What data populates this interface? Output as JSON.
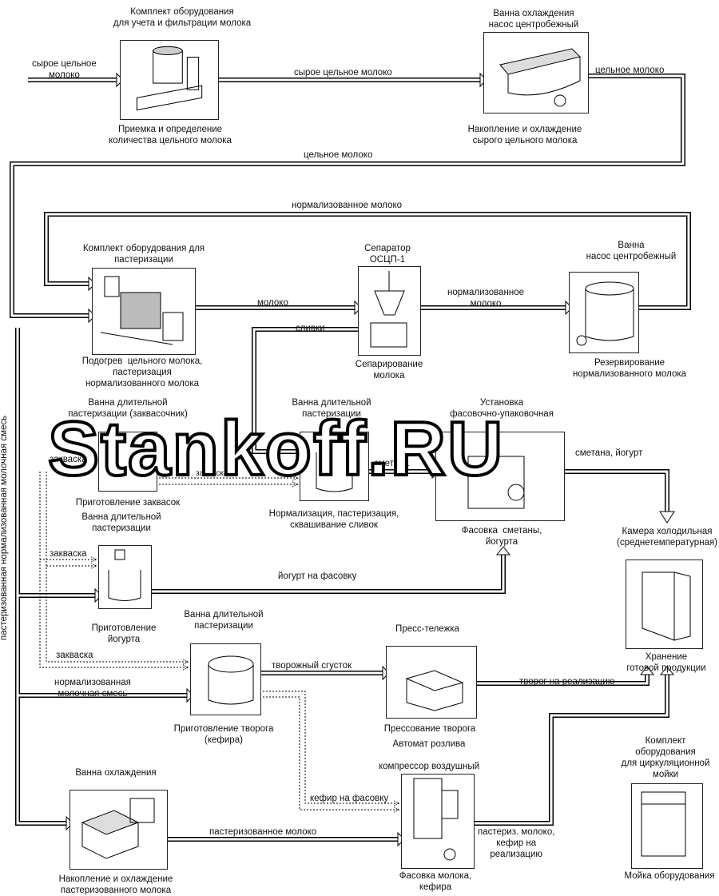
{
  "watermark": "Stankoff.RU",
  "side_label": "пастеризованная нормализованная  молочная  смесь",
  "stations": [
    {
      "title": "Комплект оборудования\nдля учета и фильтрации молока",
      "caption": "Приемка и определение\nколичества цельного молока"
    },
    {
      "title": "Ванна охлаждения\nнасос центробежный",
      "caption": "Накопление и охлаждение\nсырого цельного молока"
    },
    {
      "title": "Комплект оборудования для\nпастеризации",
      "caption": "Подогрев  цельного молока,\nпастеризация\nнормализованного молока"
    },
    {
      "title": "Сепаратор\nОСЦП-1",
      "caption": "Сепарирование\nмолока"
    },
    {
      "title": "Ванна\nнасос центробежный",
      "caption": "Резервирование\nнормализованного молока"
    },
    {
      "title": "Ванна длительной\nпастеризации (заквасочник)",
      "caption": "Приготовление заквасок"
    },
    {
      "title": "Ванна длительной\nпастеризации",
      "caption": "Нормализация, пастеризация,\nсквашивание сливок"
    },
    {
      "title": "Установка\nфасовочно-упаковочная",
      "caption": "Фасовка  сметаны,\nйогурта"
    },
    {
      "title": "",
      "caption": "Камера холодильная\n(среднетемпературная)"
    },
    {
      "title": "Ванна длительной\nпастеризации",
      "caption": "Приготовление\nйогурта"
    },
    {
      "title": "",
      "caption": "Хранение\nготовой продукции"
    },
    {
      "title": "Ванна длительной\nпастеризации",
      "caption": "Приготовление творога\n(кефира)"
    },
    {
      "title": "Пресс-тележка",
      "caption": "Прессование  творога"
    },
    {
      "title": "Ванна охлаждения",
      "caption": "Накопление и охлаждение\nпастеризованного молока"
    },
    {
      "title": "Автомат розлива\n\nкомпрессор воздушный",
      "caption": "Фасовка молока,\nкефира"
    },
    {
      "title": "Комплект\nоборудования\nдля циркуляционной\nмойки",
      "caption": "Мойка оборудования"
    }
  ],
  "flows": {
    "raw_in": "сырое цельное\nмолоко",
    "raw_milk": "сырое цельное молоко",
    "whole_milk_1": "цельное молоко",
    "whole_milk_2": "цельное молоко",
    "normalized_loop": "нормализованное молоко",
    "milk": "молоко",
    "normalized_milk": "нормализованное\nмолоко",
    "cream": "сливки",
    "starter_1": "закваска",
    "starter_2": "закваска",
    "starter_3": "закваска",
    "starter_4": "закваска",
    "sour_cream": "сметана",
    "sour_yogurt": "сметана, йогурт",
    "yogurt_pack": "йогурт на фасовку",
    "curd_clot": "творожный сгусток",
    "curd_sale": "творог на реализацию",
    "normalized_mix": "нормализованная\nмолочная смесь",
    "kefir_pack": "кефир на фасовку",
    "past_milk": "пастеризованное молоко",
    "past_sale": "пастериз. молоко,\nкефир на\nреализацию"
  }
}
